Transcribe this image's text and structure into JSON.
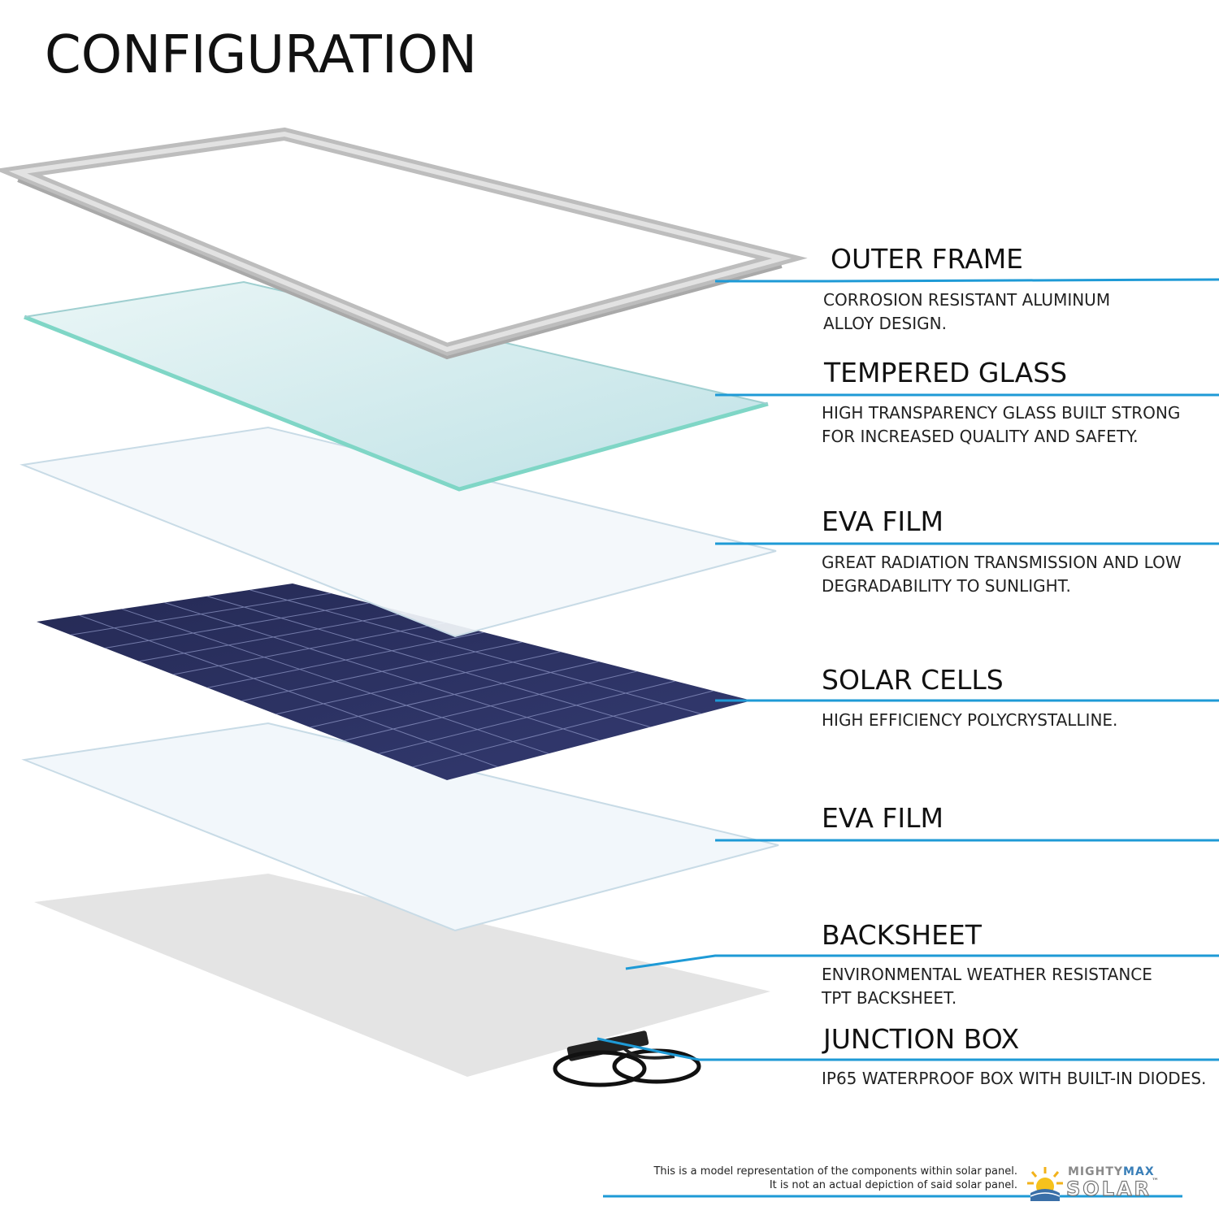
{
  "title": "CONFIGURATION",
  "components": [
    {
      "name": "OUTER FRAME",
      "description": [
        "CORROSION RESISTANT ALUMINUM",
        "ALLOY DESIGN."
      ]
    },
    {
      "name": "TEMPERED GLASS",
      "description": [
        "HIGH TRANSPARENCY GLASS BUILT STRONG",
        "FOR INCREASED QUALITY AND SAFETY."
      ]
    },
    {
      "name": "EVA FILM",
      "description": [
        "GREAT RADIATION  TRANSMISSION AND LOW",
        "DEGRADABILITY TO SUNLIGHT."
      ]
    },
    {
      "name": "SOLAR CELLS",
      "description": [
        "HIGH EFFICIENCY POLYCRYSTALLINE."
      ]
    },
    {
      "name": "EVA FILM",
      "description": []
    },
    {
      "name": "BACKSHEET",
      "description": [
        "ENVIRONMENTAL WEATHER RESISTANCE",
        "TPT BACKSHEET."
      ]
    },
    {
      "name": "JUNCTION BOX",
      "description": [
        "IP65 WATERPROOF BOX WITH BUILT-IN DIODES."
      ]
    }
  ],
  "disclaimer": [
    "This is a model representation of the components within solar panel.",
    "It is not an actual depiction of said solar panel."
  ],
  "logo": {
    "word1": "MIGHTY",
    "word2": "MAX",
    "word3": "SOLAR",
    "tm": "™"
  },
  "colors": {
    "leader_line": "#1e9ad6",
    "cells": "#2b3160",
    "frame": "#c9c9c9",
    "glass_edge": "#7fd6c6"
  }
}
